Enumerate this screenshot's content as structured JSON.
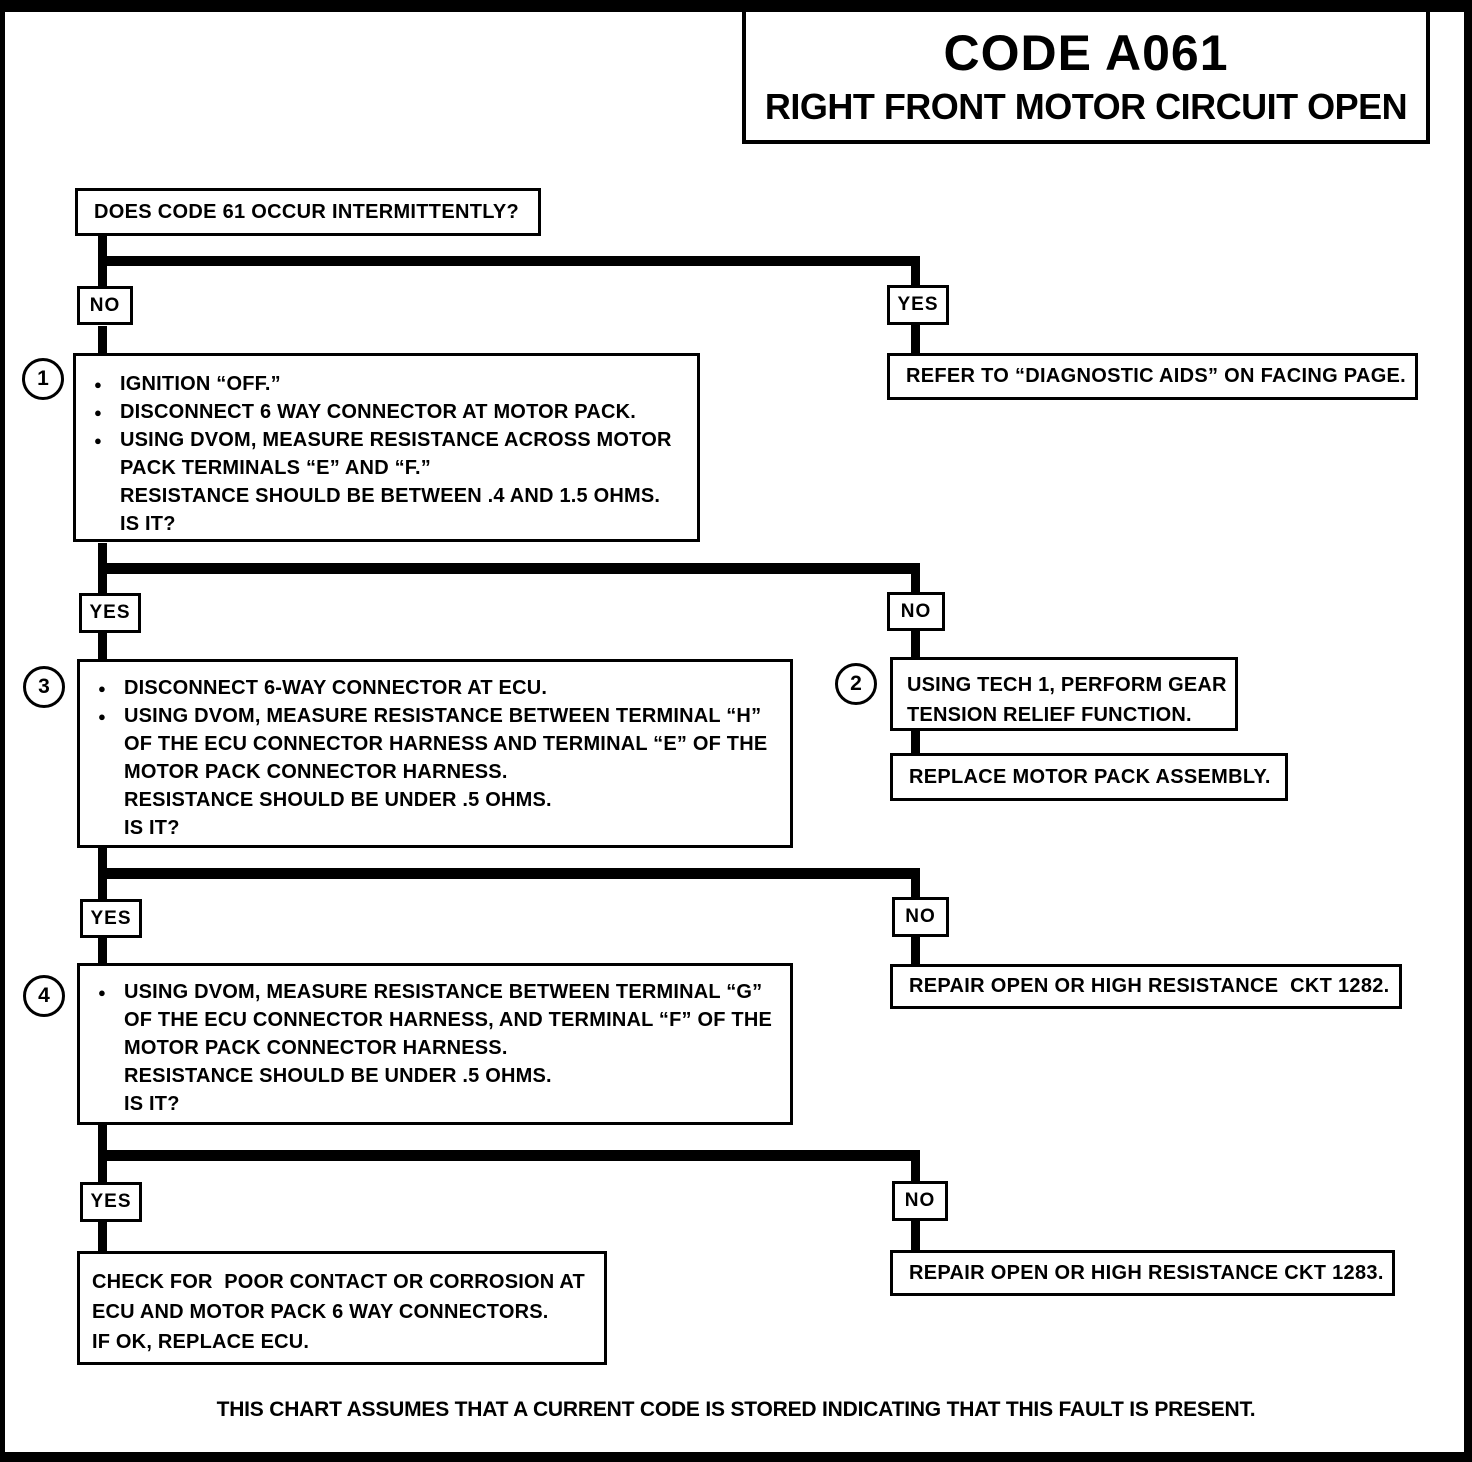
{
  "colors": {
    "ink": "#000000",
    "paper": "#ffffff"
  },
  "header": {
    "code": "CODE A061",
    "title": "RIGHT FRONT MOTOR CIRCUIT OPEN"
  },
  "labels": {
    "yes": "YES",
    "no": "NO"
  },
  "flowchart": {
    "start": {
      "text": "DOES CODE 61 OCCUR INTERMITTENTLY?"
    },
    "step1": {
      "number": "1",
      "lines": [
        {
          "bullet": "●",
          "text": "IGNITION “OFF.”"
        },
        {
          "bullet": "●",
          "text": "DISCONNECT 6 WAY CONNECTOR AT MOTOR PACK."
        },
        {
          "bullet": "●",
          "text": "USING DVOM, MEASURE RESISTANCE ACROSS MOTOR"
        },
        {
          "bullet": "",
          "text": "PACK TERMINALS “E” AND “F.”"
        },
        {
          "bullet": "",
          "text": "RESISTANCE SHOULD BE BETWEEN .4 AND 1.5 OHMS."
        },
        {
          "bullet": "",
          "text": "IS IT?"
        }
      ]
    },
    "refer_aids": {
      "text": "REFER TO “DIAGNOSTIC AIDS” ON FACING PAGE."
    },
    "step2": {
      "number": "2",
      "lines": [
        {
          "text": "USING TECH 1, PERFORM GEAR"
        },
        {
          "text": "TENSION RELIEF FUNCTION."
        }
      ]
    },
    "replace_motor": {
      "text": "REPLACE MOTOR PACK ASSEMBLY."
    },
    "step3": {
      "number": "3",
      "lines": [
        {
          "bullet": "●",
          "text": "DISCONNECT 6-WAY CONNECTOR AT ECU."
        },
        {
          "bullet": "●",
          "text": "USING DVOM, MEASURE RESISTANCE BETWEEN TERMINAL “H”"
        },
        {
          "bullet": "",
          "text": "OF THE ECU CONNECTOR HARNESS AND TERMINAL “E” OF THE"
        },
        {
          "bullet": "",
          "text": "MOTOR PACK CONNECTOR HARNESS."
        },
        {
          "bullet": "",
          "text": "RESISTANCE SHOULD BE UNDER .5 OHMS."
        },
        {
          "bullet": "",
          "text": "IS IT?"
        }
      ]
    },
    "repair_1282": {
      "text": "REPAIR OPEN OR HIGH RESISTANCE  CKT 1282."
    },
    "step4": {
      "number": "4",
      "lines": [
        {
          "bullet": "●",
          "text": "USING DVOM, MEASURE RESISTANCE BETWEEN TERMINAL “G”"
        },
        {
          "bullet": "",
          "text": "OF THE ECU CONNECTOR HARNESS, AND TERMINAL “F” OF THE"
        },
        {
          "bullet": "",
          "text": "MOTOR PACK CONNECTOR HARNESS."
        },
        {
          "bullet": "",
          "text": "RESISTANCE SHOULD BE UNDER .5 OHMS."
        },
        {
          "bullet": "",
          "text": "IS IT?"
        }
      ]
    },
    "check_ecu": {
      "lines": [
        {
          "text": "CHECK FOR  POOR CONTACT OR CORROSION AT"
        },
        {
          "text": "ECU AND MOTOR PACK 6 WAY CONNECTORS."
        },
        {
          "text": "IF OK, REPLACE ECU."
        }
      ]
    },
    "repair_1283": {
      "text": "REPAIR OPEN OR HIGH RESISTANCE CKT 1283."
    }
  },
  "footer": {
    "note": "THIS CHART ASSUMES THAT A CURRENT CODE IS STORED INDICATING THAT THIS FAULT IS PRESENT."
  }
}
